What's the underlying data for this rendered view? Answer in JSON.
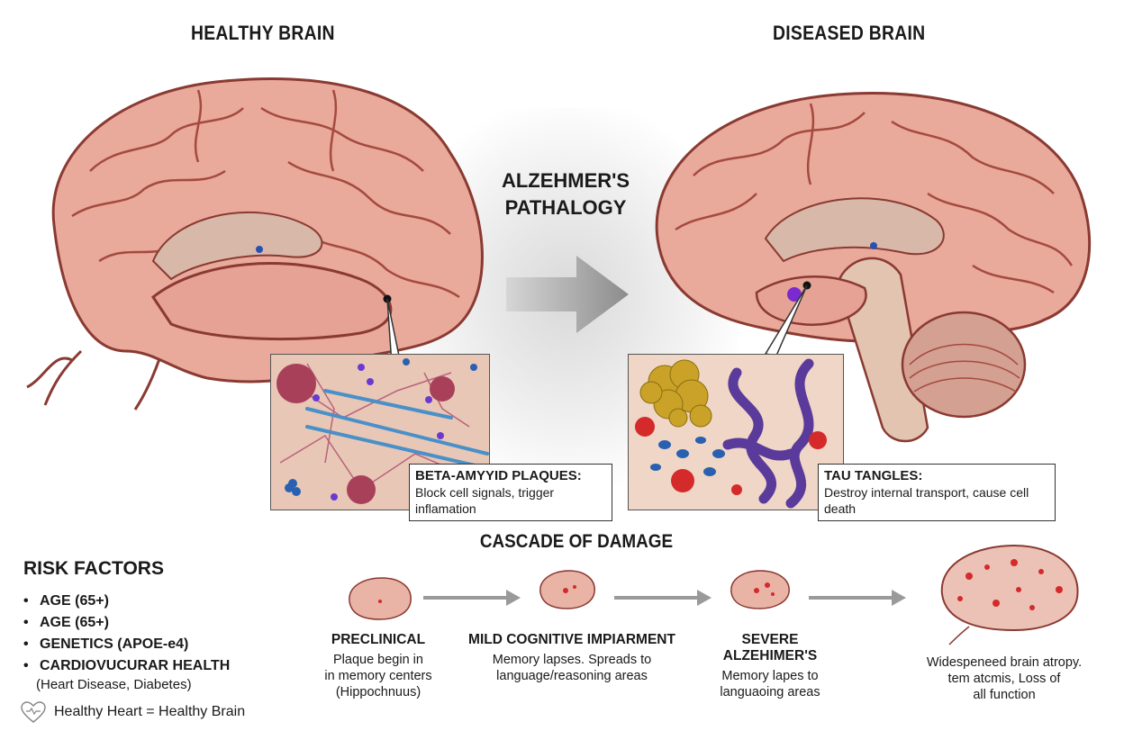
{
  "headers": {
    "healthy": "HEALTHY BRAIN",
    "diseased": "DISEASED BRAIN",
    "center_line1": "ALZEHMER'S",
    "center_line2": "PATHALOGY"
  },
  "callouts": {
    "amyloid": {
      "title": "BETA-AMYYID PLAQUES:",
      "text": "Block cell signals, trigger inflamation"
    },
    "tau": {
      "title": "TAU TANGLES:",
      "text": "Destroy internal transport, cause cell death"
    }
  },
  "cascade": {
    "title": "CASCADE OF DAMAGE",
    "stages": [
      {
        "title": "PRECLINICAL",
        "lines": [
          "Plaque begin in",
          "in memory centers",
          "(Hippochnuus)"
        ]
      },
      {
        "title": "MILD COGNITIVE IMPIARMENT",
        "lines": [
          "Memory lapses. Spreads to",
          "language/reasoning areas"
        ]
      },
      {
        "title": "SEVERE ALZEHIMER'S",
        "lines": [
          "Memory lapes to",
          "languaoing areas"
        ]
      },
      {
        "title": "",
        "lines": [
          "Widespeneed brain atropy.",
          "tem atcmis, Loss of",
          "all function"
        ]
      }
    ]
  },
  "risk": {
    "title": "RISK FACTORS",
    "items": [
      "AGE (65+)",
      "AGE (65+)",
      "GENETICS (APOE-e4)",
      "CARDIOVUCURAR HEALTH"
    ],
    "sub": "(Heart Disease, Diabetes)",
    "heart_line": "Healthy Heart = Healthy Brain"
  },
  "colors": {
    "brain_fill": "#e9a99b",
    "brain_stroke": "#8a3a32",
    "plaque_gold": "#c9a227",
    "tau_purple": "#5a3a9a",
    "damage_red": "#d42a2a",
    "arrow_gray": "#9a9a9a"
  },
  "icons": {
    "heart": "heart-outline-icon",
    "arrow": "right-arrow-icon"
  }
}
